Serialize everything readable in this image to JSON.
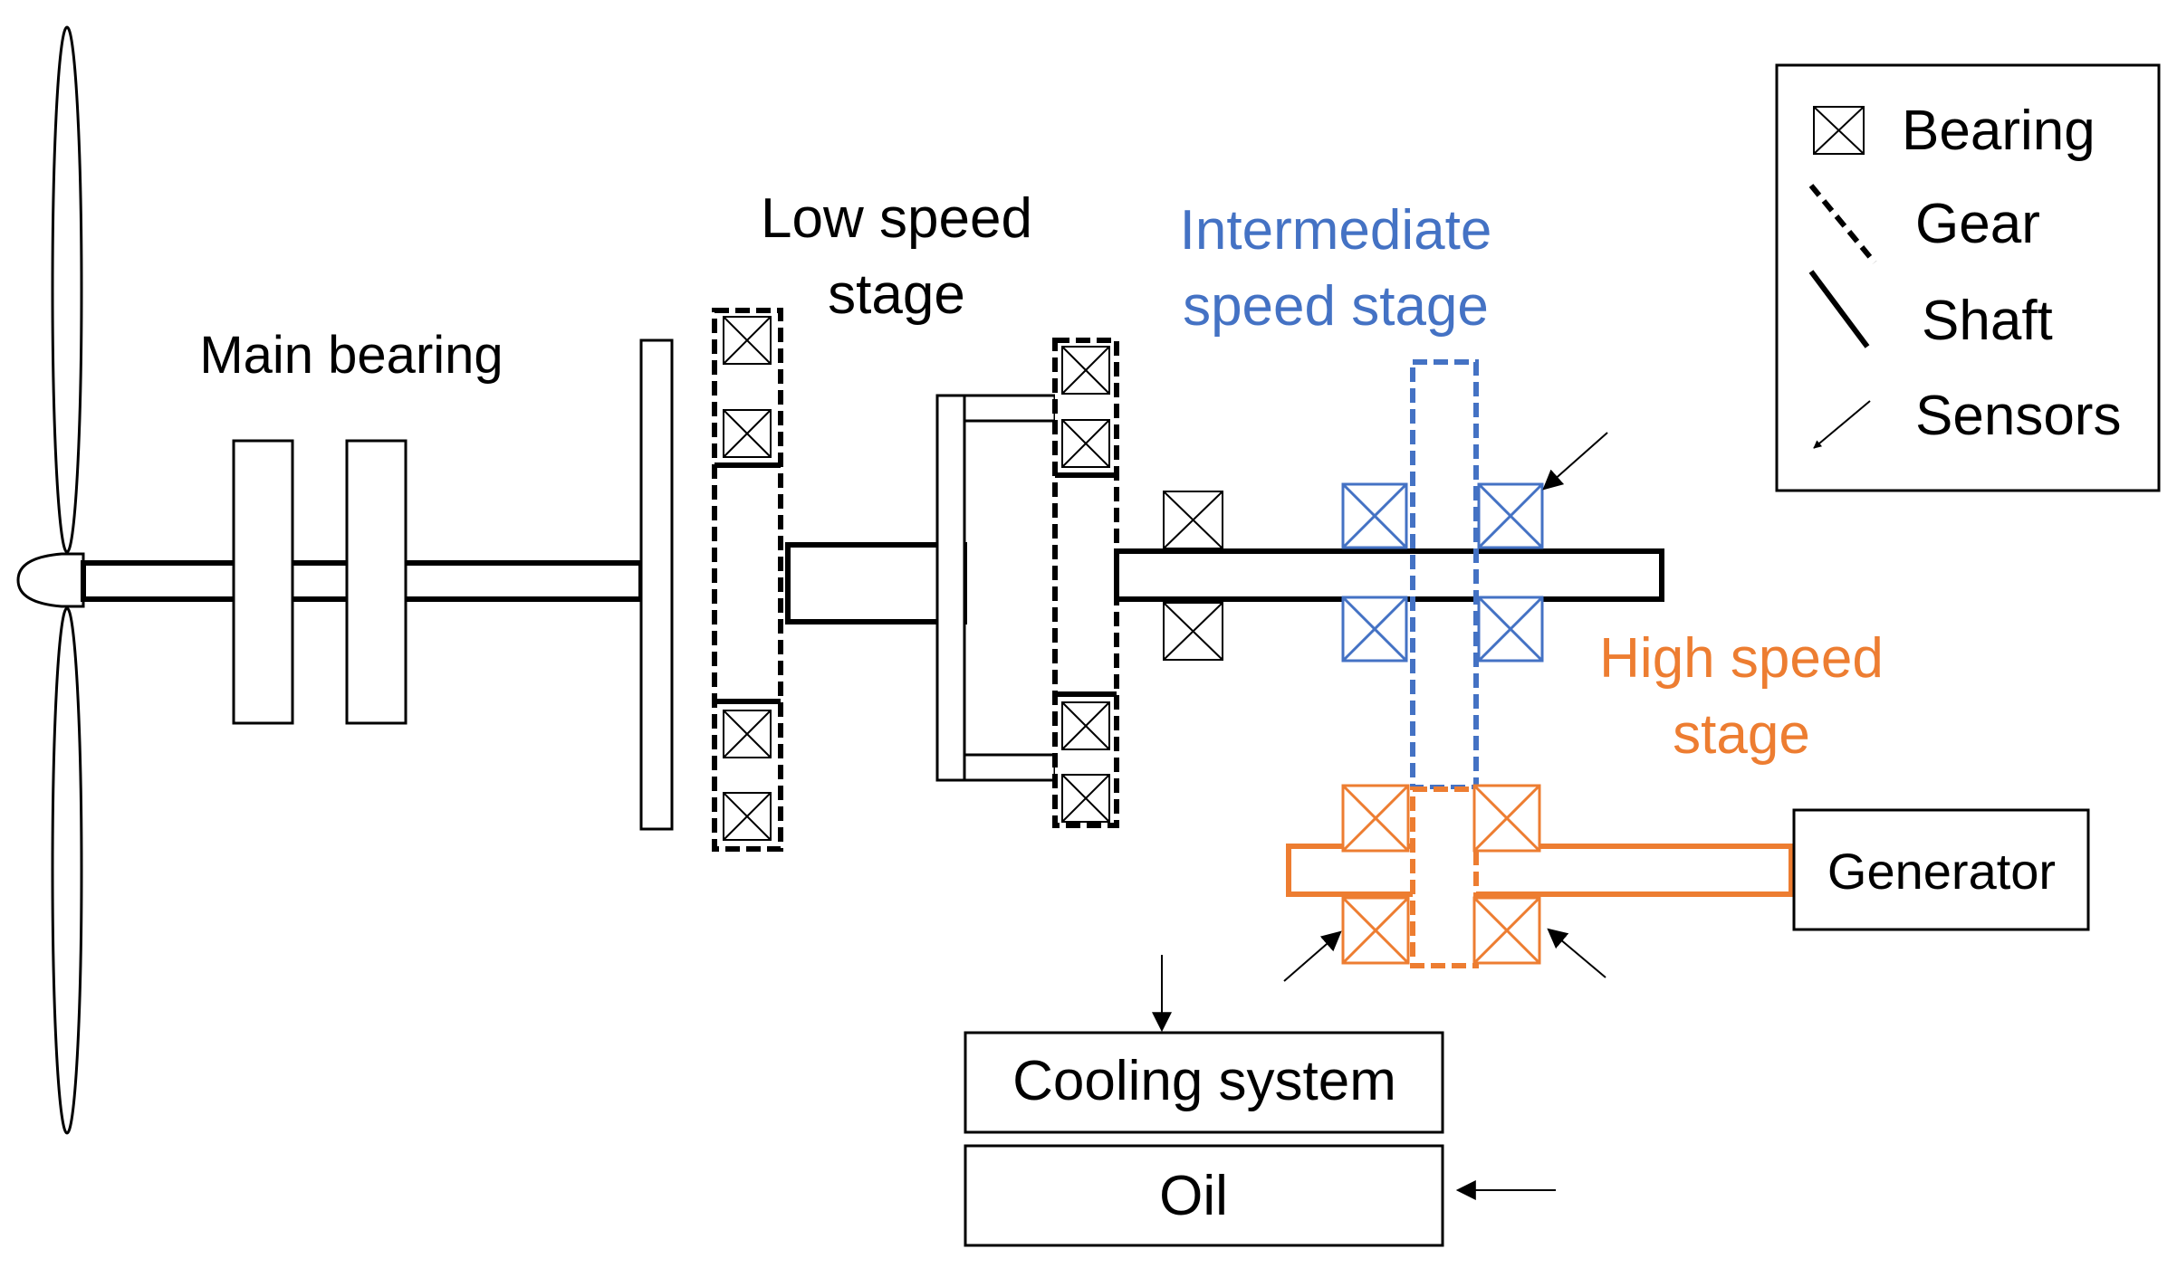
{
  "labels": {
    "main_bearing": "Main bearing",
    "low_speed_line1": "Low speed",
    "low_speed_line2": "stage",
    "intermediate_line1": "Intermediate",
    "intermediate_line2": "speed stage",
    "high_speed_line1": "High speed",
    "high_speed_line2": "stage",
    "generator": "Generator",
    "cooling_system": "Cooling system",
    "oil": "Oil"
  },
  "legend": {
    "bearing": "Bearing",
    "gear": "Gear",
    "shaft": "Shaft",
    "sensors": "Sensors"
  },
  "colors": {
    "ink": "#000000",
    "intermediate": "#4472C4",
    "high_speed": "#ED7D31"
  }
}
